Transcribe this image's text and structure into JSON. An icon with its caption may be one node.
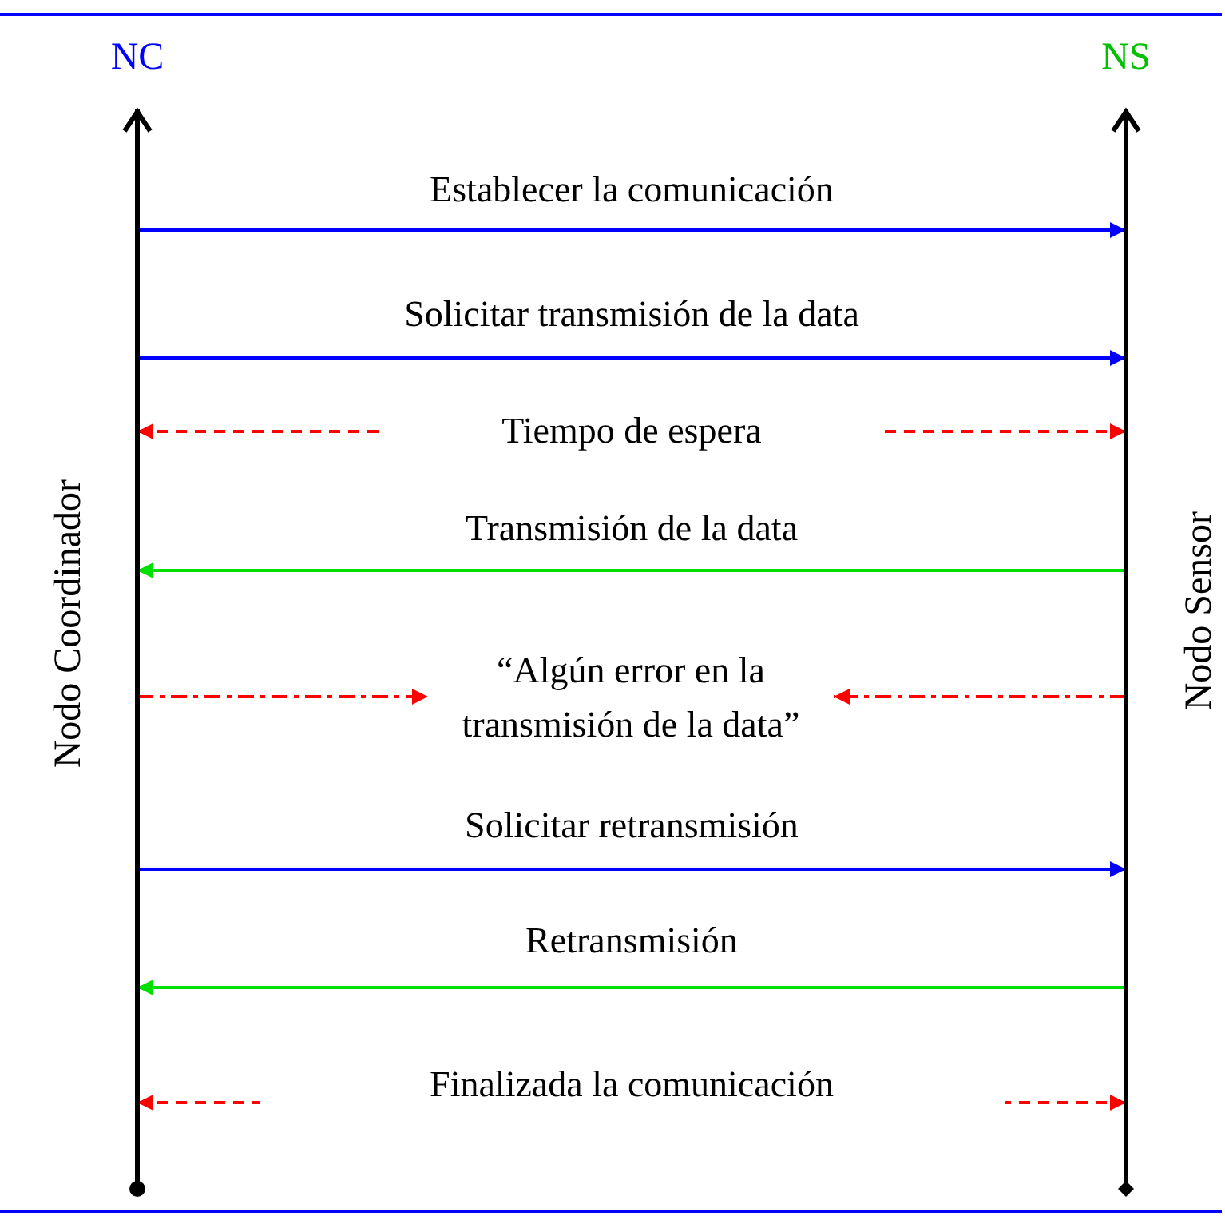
{
  "diagram": {
    "nodes": [
      {
        "text": [
          "NC"
        ],
        "beside": [
          "Nodo Coordinador"
        ]
      },
      {
        "text": [
          "NS"
        ],
        "beside": [
          "Nodo Sensor"
        ]
      },
      {
        "text": [
          "“Algún error en la transmisión de la data”"
        ]
      }
    ],
    "edges": [
      {
        "from": 0,
        "to": 1,
        "arrow": "to",
        "label": "Establecer la comunicación",
        "color": "#0000ff"
      },
      {
        "from": 0,
        "to": 1,
        "arrow": "to",
        "label": "Solicitar transmisión de la data",
        "color": "#0000ff"
      },
      {
        "from": 0,
        "to": 1,
        "arrow": "both",
        "label": "Tiempo de espera",
        "style": "dashed",
        "color": "#ff0000"
      },
      {
        "from": 1,
        "to": 0,
        "arrow": "to",
        "label": "Transmisión de la data",
        "color": "#00e000"
      },
      {
        "from": 0,
        "to": 2,
        "arrow": "to",
        "style": "dashed",
        "color": "#ff0000"
      },
      {
        "from": 1,
        "to": 2,
        "arrow": "to",
        "style": "dashed",
        "color": "#ff0000"
      },
      {
        "from": 0,
        "to": 1,
        "arrow": "to",
        "label": "Solicitar retransmisión",
        "color": "#0000ff"
      },
      {
        "from": 1,
        "to": 0,
        "arrow": "to",
        "label": "Retransmisión",
        "color": "#00e000"
      },
      {
        "from": 0,
        "to": 1,
        "arrow": "both",
        "label": "Finalizada la comunicación",
        "style": "dashed",
        "color": "#ff0000"
      }
    ]
  }
}
